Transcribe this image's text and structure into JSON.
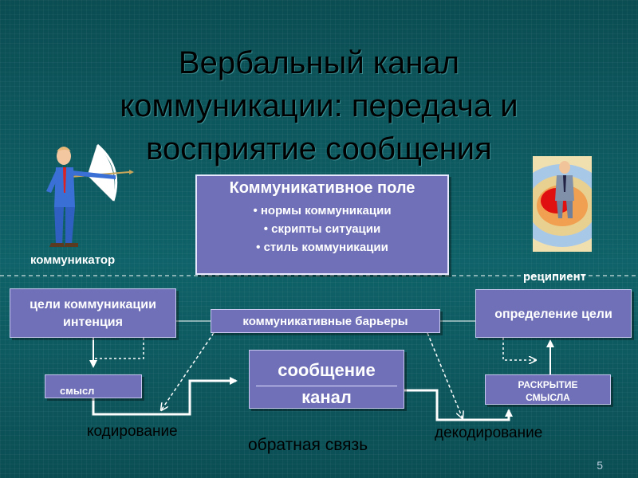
{
  "slide": {
    "title": {
      "line1": "Вербальный канал",
      "line2": "коммуникации: передача и",
      "line3": "восприятие сообщения"
    },
    "field": {
      "title": "Коммуникативное поле",
      "items": [
        "• нормы коммуникации",
        "• скрипты ситуации",
        "• стиль коммуникации"
      ]
    },
    "communicator_label": "коммуникатор",
    "recipient_label": "реципиент",
    "goals": {
      "line1": "цели коммуникации",
      "line2": "интенция"
    },
    "barriers": "коммуникативные барьеры",
    "goal_definition": "определение цели",
    "sense": "смысл",
    "message": {
      "line1": "сообщение",
      "line2": "канал"
    },
    "disclosure": {
      "line1": "РАСКРЫТИЕ",
      "line2": "СМЫСЛА"
    },
    "encoding": "кодирование",
    "feedback": "обратная связь",
    "decoding": "декодирование",
    "page_number": "5"
  },
  "colors": {
    "background": "#0e5a60",
    "box_fill": "#7070b8",
    "box_text": "#ffffff",
    "connector": "#ffffff"
  }
}
